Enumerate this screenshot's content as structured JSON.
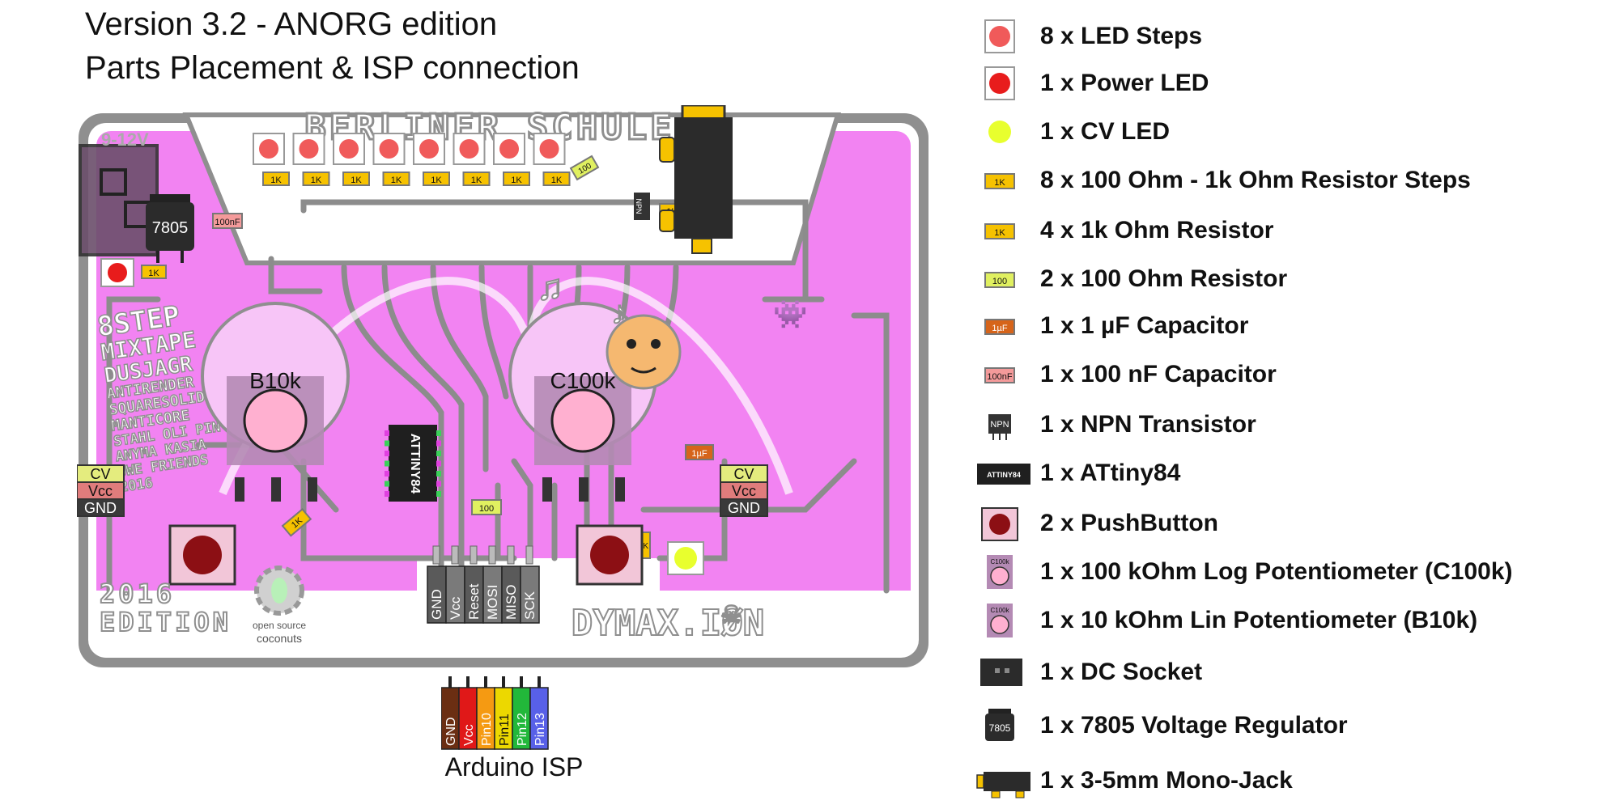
{
  "header": {
    "line1": "Version 3.2 - ANORG edition",
    "line2": "Parts Placement & ISP connection"
  },
  "board": {
    "name": "BERLINER SCHULE",
    "brand": "DYMAX.IØN",
    "side_text": [
      "8STEP",
      "MIXTAPE",
      "DUSJAGR",
      "ANTIRENDER",
      "SQUARESOLID",
      "MANTICORE",
      "STAHL OLI PIN",
      "ANYMA KASIA",
      "UWE FRIENDS",
      "2016"
    ],
    "edition_text": [
      "2016",
      "EDITION"
    ],
    "os_logo": [
      "open source",
      "coconuts"
    ],
    "regulator": "7805",
    "dc_label": "9-12V",
    "pot_left": "B10k",
    "pot_right": "C100k",
    "chip": "ATTINY84",
    "resistor_1k": "1K",
    "resistor_100": "100",
    "cap_100nf": "100nF",
    "cap_1uf": "1µF",
    "npn": "NPN",
    "cv_headers": [
      "CV",
      "Vcc",
      "GND"
    ],
    "isp_pins": [
      "GND",
      "Vcc",
      "Reset",
      "MOSI",
      "MISO",
      "SCK"
    ],
    "colors": {
      "pcb_pink": "#f283f2",
      "pcb_edge": "#8f8f8f",
      "trace": "#8c8c8c",
      "led_red": "#f05a5a",
      "resistor": "#f6c200",
      "resistor_100": "#e0f060"
    }
  },
  "arduino": {
    "caption": "Arduino ISP",
    "pins": [
      "GND",
      "Vcc",
      "Pin10",
      "Pin11",
      "Pin12",
      "Pin13"
    ],
    "colors": [
      "#6b2e12",
      "#e01818",
      "#f59a12",
      "#ecd800",
      "#22b83a",
      "#5860e8"
    ]
  },
  "legend": [
    {
      "icon": "led-steps-icon",
      "label": "8 x LED Steps"
    },
    {
      "icon": "power-led-icon",
      "label": "1 x Power LED"
    },
    {
      "icon": "cv-led-icon",
      "label": "1 x CV LED"
    },
    {
      "icon": "resistor-steps-icon",
      "label": "8 x 100 Ohm - 1k Ohm Resistor Steps",
      "icon_text": "1K"
    },
    {
      "icon": "resistor-1k-icon",
      "label": "4 x 1k Ohm Resistor",
      "icon_text": "1K"
    },
    {
      "icon": "resistor-100-icon",
      "label": "2 x 100 Ohm Resistor",
      "icon_text": "100"
    },
    {
      "icon": "capacitor-1uf-icon",
      "label": "1 x 1 µF Capacitor",
      "icon_text": "1µF"
    },
    {
      "icon": "capacitor-100nf-icon",
      "label": "1 x 100 nF Capacitor",
      "icon_text": "100nF"
    },
    {
      "icon": "npn-transistor-icon",
      "label": "1 x NPN Transistor",
      "icon_text": "NPN"
    },
    {
      "icon": "attiny84-icon",
      "label": "1 x ATtiny84",
      "icon_text": "ATTINY84"
    },
    {
      "icon": "pushbutton-icon",
      "label": "2 x PushButton"
    },
    {
      "icon": "potentiometer-c100k-icon",
      "label": "1 x 100 kOhm Log Potentiometer (C100k)",
      "icon_text": "C100k"
    },
    {
      "icon": "potentiometer-b10k-icon",
      "label": "1 x 10 kOhm Lin Potentiometer (B10k)",
      "icon_text": "C100k"
    },
    {
      "icon": "dc-socket-icon",
      "label": "1 x DC Socket"
    },
    {
      "icon": "voltage-regulator-icon",
      "label": "1 x 7805 Voltage Regulator",
      "icon_text": "7805"
    },
    {
      "icon": "mono-jack-icon",
      "label": "1 x 3-5mm Mono-Jack"
    }
  ]
}
